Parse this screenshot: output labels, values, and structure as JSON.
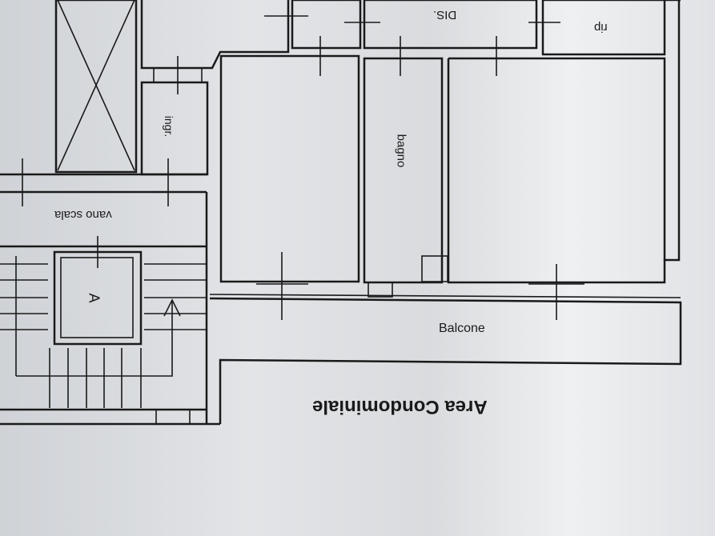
{
  "rooms": {
    "dis": "DIS.",
    "rip": "rip",
    "ingr": "ingr.",
    "bagno": "bagno",
    "vano_scala": "vano scala",
    "a": "A",
    "balcone": "Balcone"
  },
  "area": "Area Condominiale"
}
